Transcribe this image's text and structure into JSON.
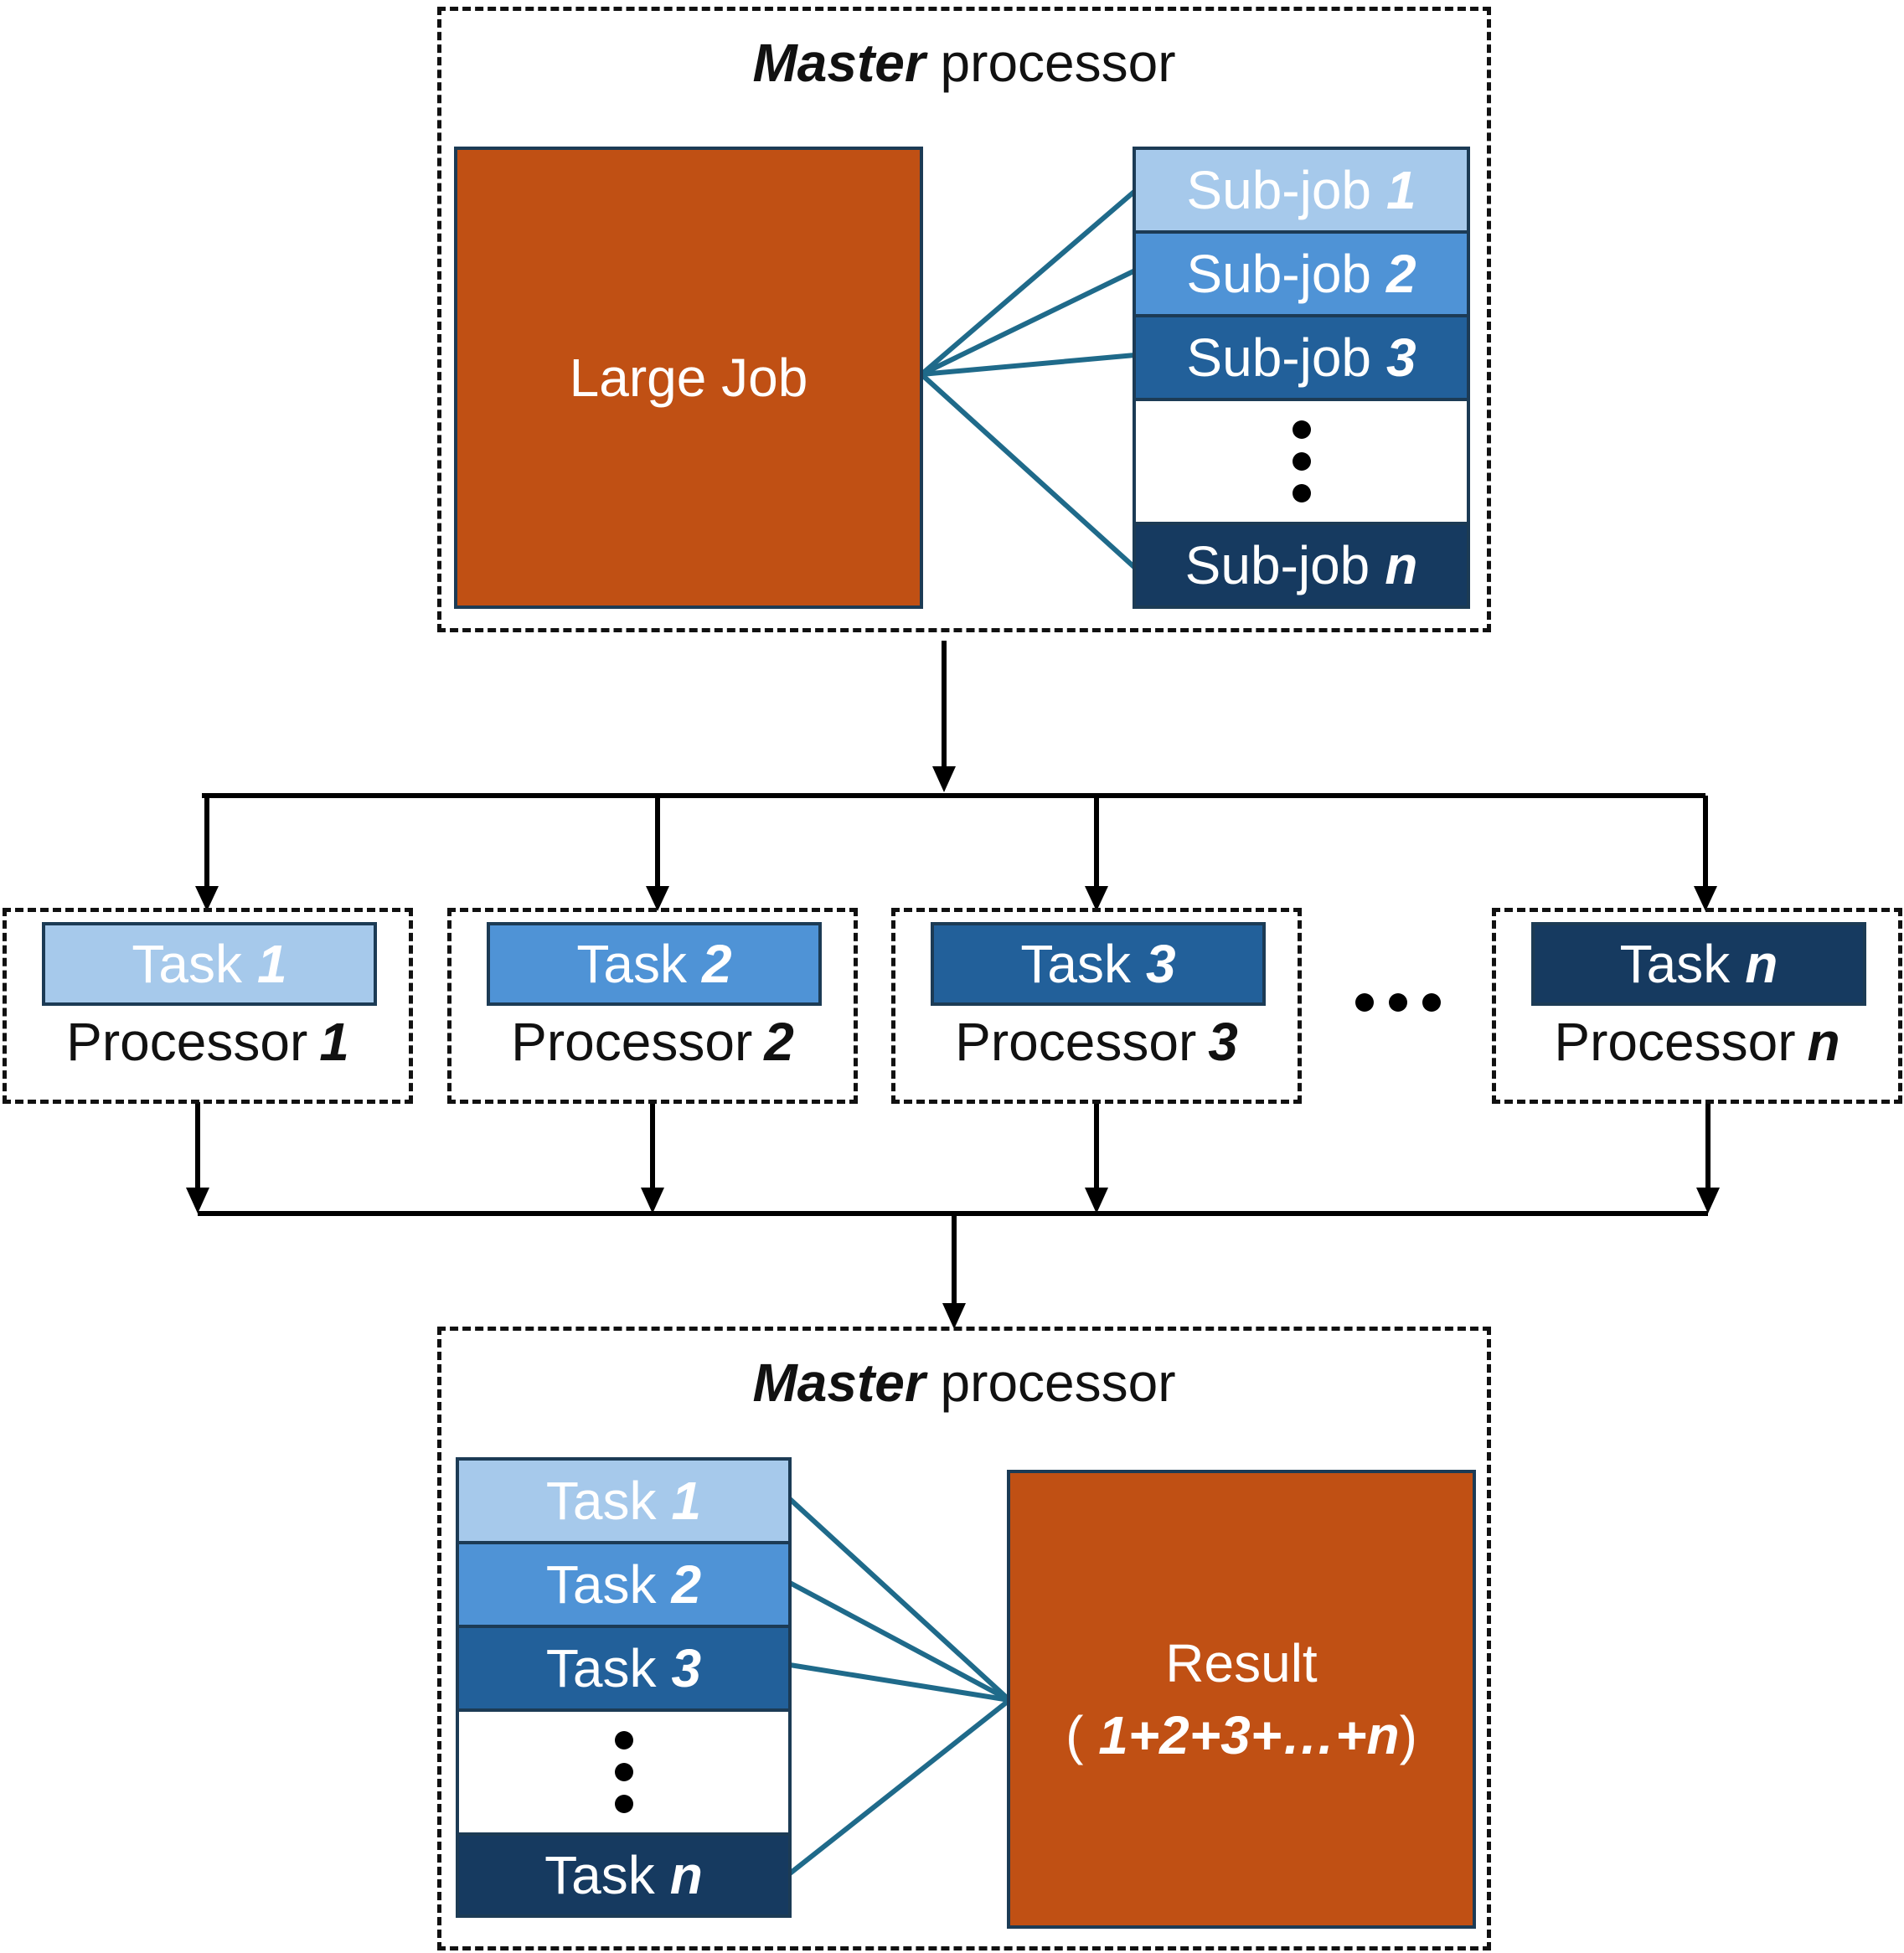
{
  "top_master": {
    "title_bold": "Master",
    "title_rest": " processor",
    "large_job": "Large Job",
    "subjobs": [
      {
        "prefix": "Sub-job",
        "index": "1",
        "color": "#a6c9eb"
      },
      {
        "prefix": "Sub-job",
        "index": "2",
        "color": "#4f93d6"
      },
      {
        "prefix": "Sub-job",
        "index": "3",
        "color": "#22609a"
      },
      {
        "prefix": "Sub-job",
        "index": "n",
        "color": "#163a60"
      }
    ]
  },
  "processors": [
    {
      "task_prefix": "Task",
      "task_index": "1",
      "label_prefix": "Processor",
      "label_index": "1",
      "color": "#a6c9eb"
    },
    {
      "task_prefix": "Task",
      "task_index": "2",
      "label_prefix": "Processor",
      "label_index": "2",
      "color": "#4f93d6"
    },
    {
      "task_prefix": "Task",
      "task_index": "3",
      "label_prefix": "Processor",
      "label_index": "3",
      "color": "#22609a"
    },
    {
      "task_prefix": "Task",
      "task_index": "n",
      "label_prefix": "Processor",
      "label_index": "n",
      "color": "#163a60"
    }
  ],
  "bottom_master": {
    "title_bold": "Master",
    "title_rest": " processor",
    "tasks": [
      {
        "prefix": "Task",
        "index": "1",
        "color": "#a6c9eb"
      },
      {
        "prefix": "Task",
        "index": "2",
        "color": "#4f93d6"
      },
      {
        "prefix": "Task",
        "index": "3",
        "color": "#22609a"
      },
      {
        "prefix": "Task",
        "index": "n",
        "color": "#163a60"
      }
    ],
    "result_label": "Result",
    "result_open": "( ",
    "result_expr": "1+2+3+…+n",
    "result_close": ")"
  },
  "colors": {
    "orange": "#c05014",
    "connector": "#1f6a8a",
    "arrow": "#000000"
  }
}
